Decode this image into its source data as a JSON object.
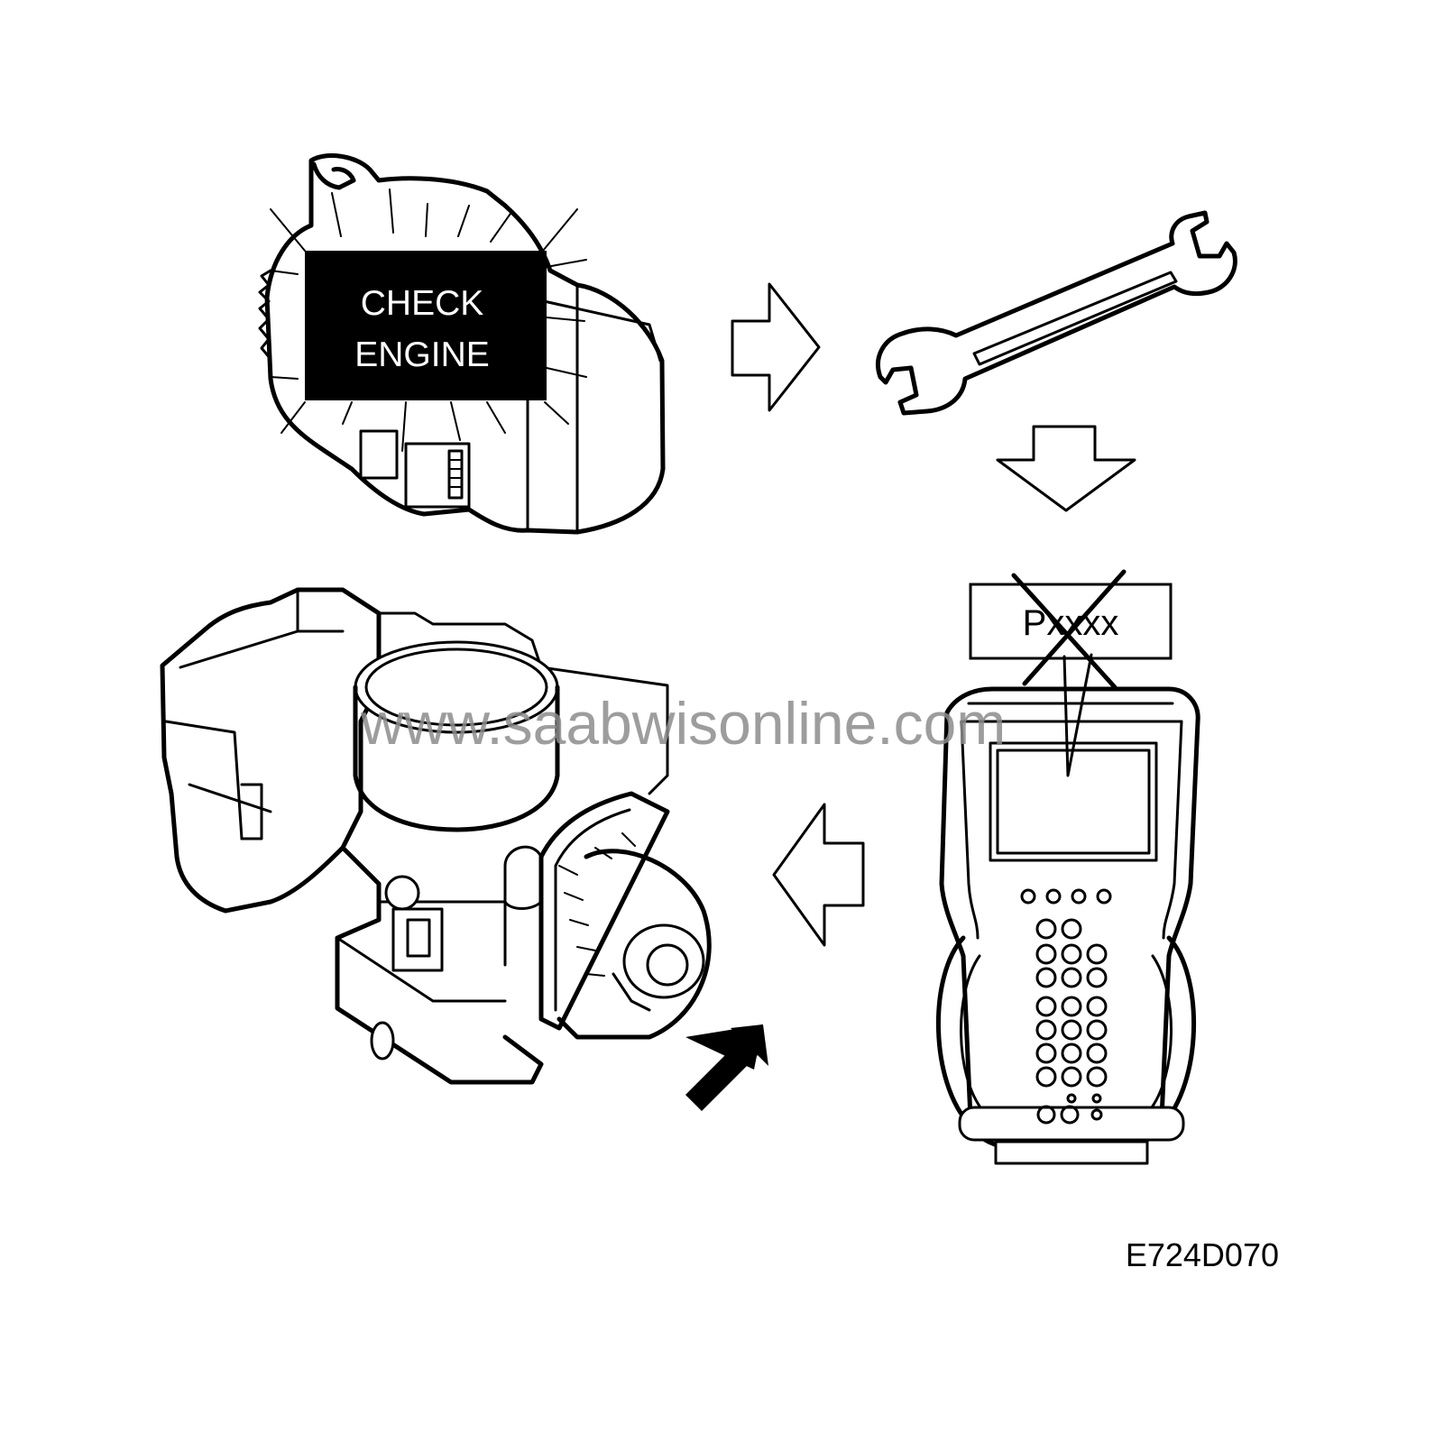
{
  "warning_lamp": {
    "line1": "CHECK",
    "line2": "ENGINE",
    "panel_color": "#000000",
    "text_color": "#ffffff"
  },
  "fault_code": {
    "text": "Pxxxx",
    "crossed_out": true
  },
  "watermark": "www.saabwisonline.com",
  "figure_id": "E724D070",
  "icons": {
    "step1": "engine-check-lamp-icon",
    "step2": "wrench-icon",
    "step3": "diagnostic-scan-tool-icon",
    "step4": "throttle-body-icon"
  },
  "flow_arrows": [
    "right",
    "down",
    "left"
  ]
}
